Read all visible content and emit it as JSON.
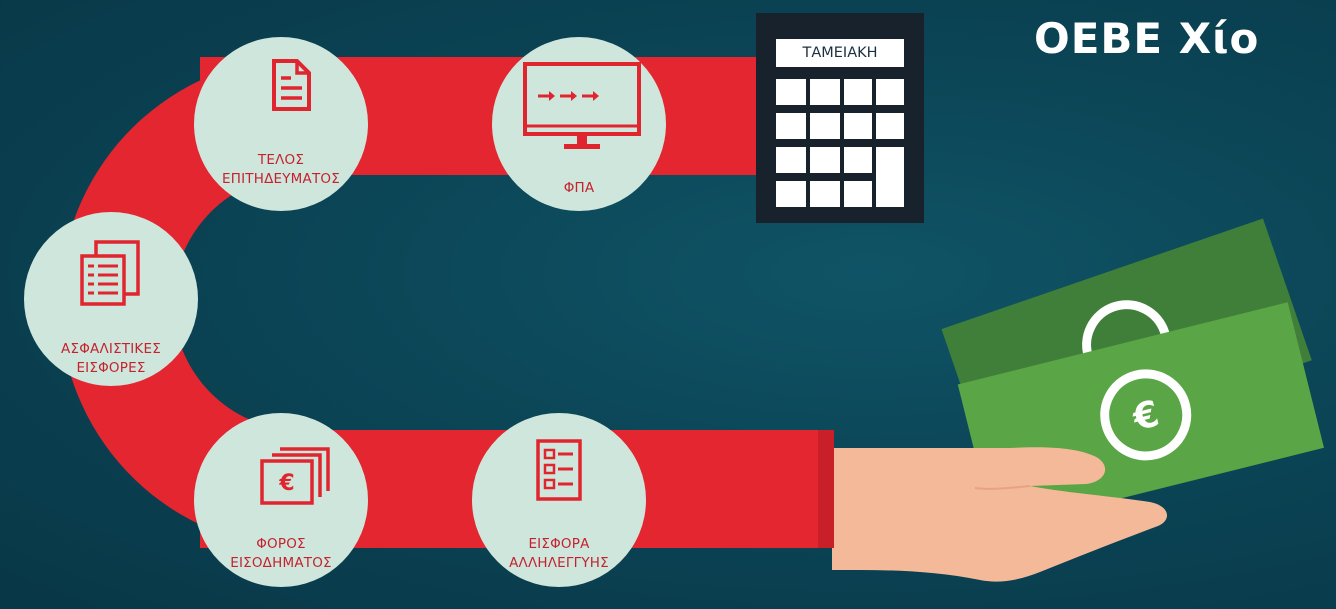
{
  "title": "ΟΕΒΕ Χίο",
  "calculator": {
    "display": "ΤΑΜΕΙΑΚΗ"
  },
  "steps": [
    {
      "line1": "ΤΕΛΟΣ",
      "line2": "ΕΠΙΤΗΔΕΥΜΑΤΟΣ",
      "icon": "document-icon"
    },
    {
      "line1": "ΦΠΑ",
      "line2": "",
      "icon": "monitor-arrows-icon"
    },
    {
      "line1": "ΑΣΦΑΛΙΣΤΙΚΕΣ",
      "line2": "ΕΙΣΦΟΡΕΣ",
      "icon": "stacked-documents-icon"
    },
    {
      "line1": "ΦΟΡΟΣ",
      "line2": "ΕΙΣΟΔΗΜΑΤΟΣ",
      "icon": "euro-bills-icon"
    },
    {
      "line1": "ΕΙΣΦΟΡΑ",
      "line2": "ΑΛΛΗΛΕΓΓΥΗΣ",
      "icon": "checklist-icon"
    }
  ],
  "money": {
    "symbol": "€"
  },
  "colors": {
    "background": "#0b4556",
    "band": "#e3262f",
    "circle": "#cfe6dc",
    "icon": "#e0252e",
    "calculator": "#17222c",
    "bill_back": "#3f7f3a",
    "bill_front": "#5aa545",
    "hand": "#f4b998"
  }
}
